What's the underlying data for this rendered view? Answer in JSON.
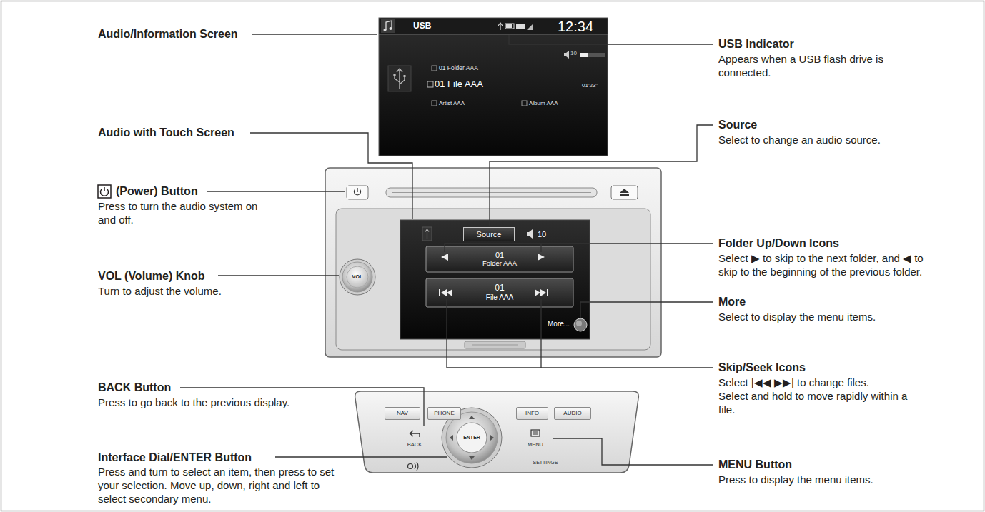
{
  "diagram": {
    "nodes": [
      {
        "text": [
          "USB",
          "12:34",
          "10",
          "01 Folder AAA",
          "01 File AAA",
          "01'23\"",
          "Artist AAA",
          "Album AAA"
        ]
      },
      {
        "text": [
          "10",
          "More..."
        ]
      },
      {
        "text": [
          "Source"
        ],
        "in": 1
      },
      {
        "text": [
          "01",
          "Folder AAA"
        ],
        "in": 1
      },
      {
        "text": [
          "01",
          "File AAA"
        ],
        "in": 1
      },
      {
        "text": [
          "VOL"
        ]
      },
      {
        "text": [
          "NAV"
        ]
      },
      {
        "text": [
          "PHONE"
        ]
      },
      {
        "text": [
          "INFO"
        ]
      },
      {
        "text": [
          "AUDIO"
        ]
      },
      {
        "text": [
          "BACK"
        ]
      },
      {
        "text": [
          "ENTER"
        ]
      },
      {
        "text": [
          "MENU"
        ]
      },
      {
        "text": [
          "SETTINGS"
        ]
      }
    ],
    "labels": [
      "Audio/Information Screen",
      "Audio with Touch Screen",
      "(Power) Button",
      "Press to turn the audio system on and off.",
      "VOL (Volume) Knob",
      "Turn to adjust the volume.",
      "BACK Button",
      "Press to go back to the previous display.",
      "Interface Dial/ENTER Button",
      "Press and turn to select an item, then press to set your selection. Move up, down, right and left to select secondary menu.",
      "USB Indicator",
      "Appears when a USB flash drive is connected.",
      "Source",
      "Select to change an audio source.",
      "Folder Up/Down Icons",
      "Select ▶ to skip to the next folder, and ◀ to skip to the beginning of the previous folder.",
      "More",
      "Select to display the menu items.",
      "Skip/Seek Icons",
      "Select |◀◀ ▶▶| to change files.",
      "Select and hold to move rapidly within a file.",
      "MENU Button",
      "Press to display the menu items."
    ]
  }
}
